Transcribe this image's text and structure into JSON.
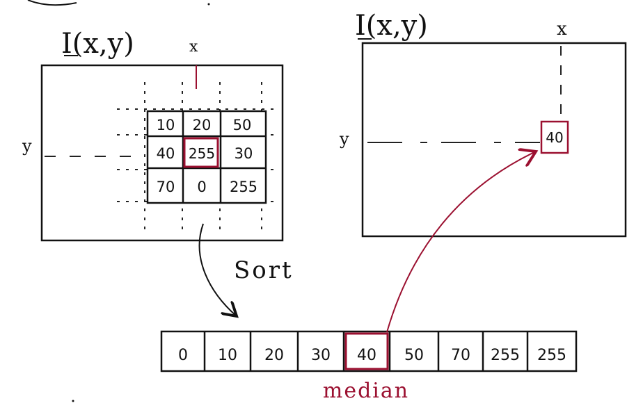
{
  "left_panel": {
    "title": "I(x,y)",
    "x_label": "x",
    "y_label": "y",
    "grid": [
      [
        "10",
        "20",
        "50"
      ],
      [
        "40",
        "255",
        "30"
      ],
      [
        "70",
        "0",
        "255"
      ]
    ]
  },
  "right_panel": {
    "title": "I(x,y)",
    "x_label": "x",
    "y_label": "y",
    "result_value": "40"
  },
  "sort_label": "Sort",
  "sorted_array": [
    "0",
    "10",
    "20",
    "30",
    "40",
    "50",
    "70",
    "255",
    "255"
  ],
  "median_index": 4,
  "median_label": "median",
  "colors": {
    "ink": "#111111",
    "highlight": "#9b1030",
    "dashes": "#222222"
  }
}
